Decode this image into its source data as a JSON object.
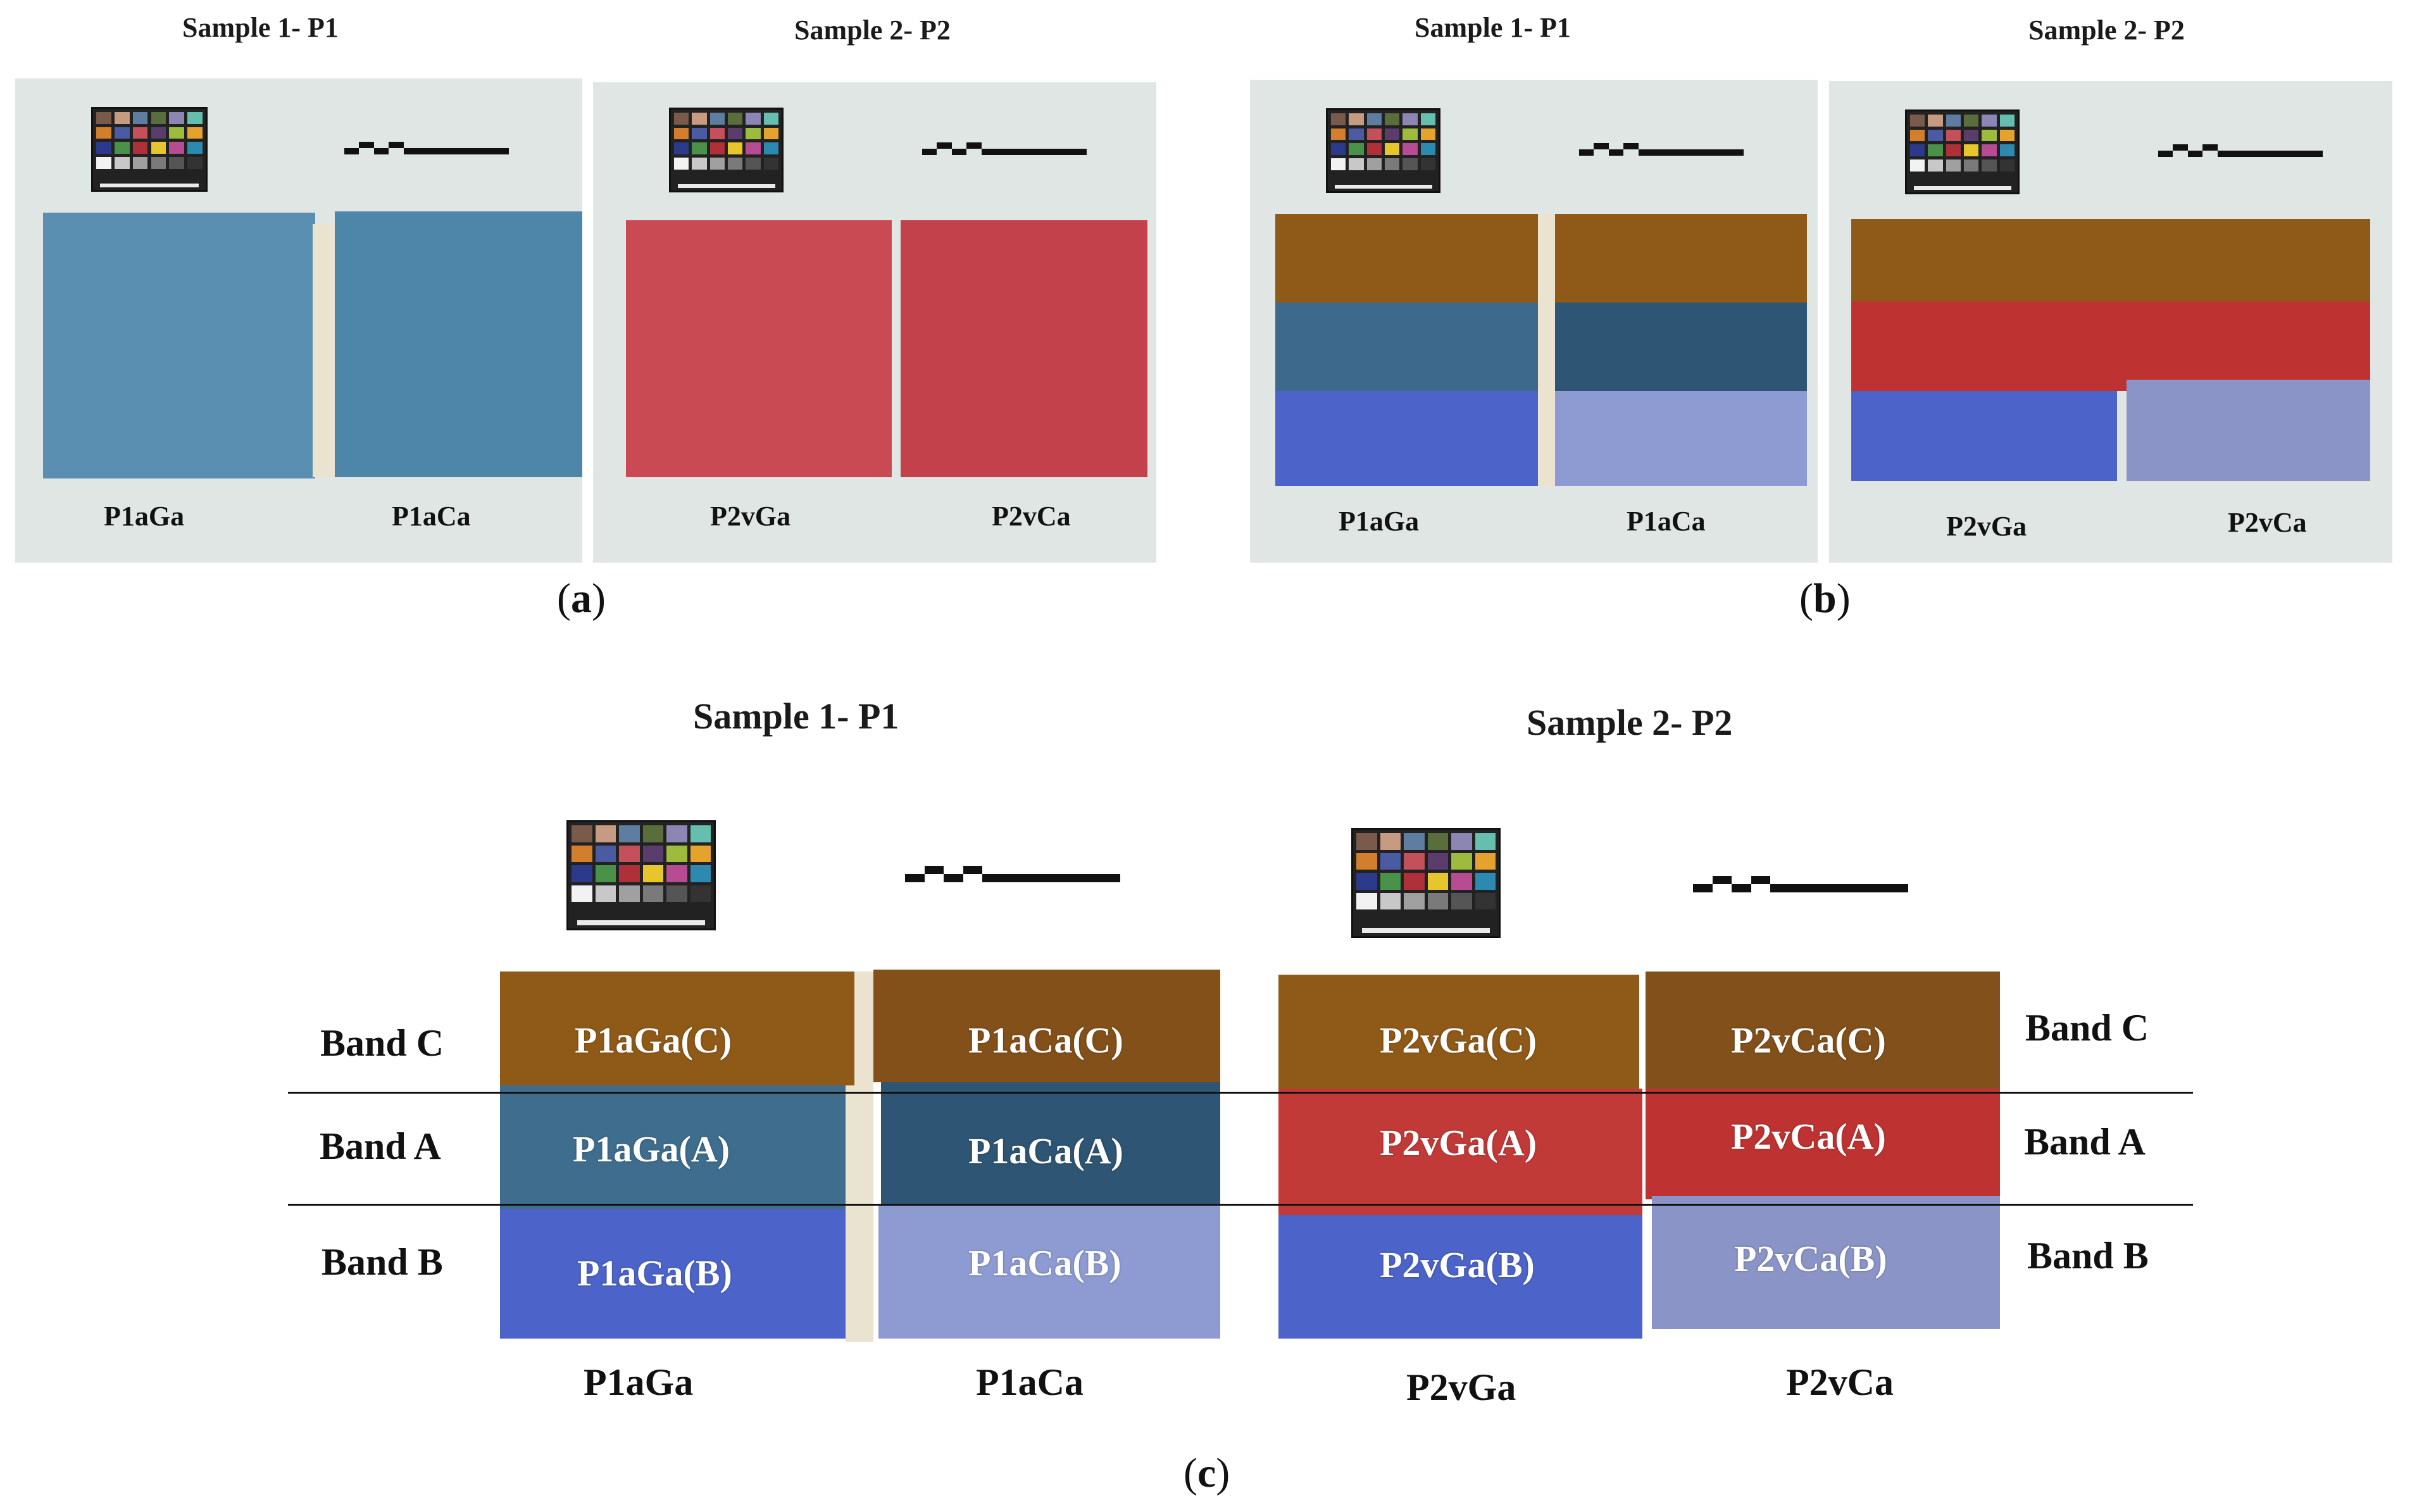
{
  "panel_a": {
    "caption_letter": "a",
    "left_photo": {
      "title": "Sample 1- P1",
      "label_left": "P1aGa",
      "label_right": "P1aCa"
    },
    "right_photo": {
      "title": "Sample 2- P2",
      "label_left": "P2vGa",
      "label_right": "P2vCa"
    }
  },
  "panel_b": {
    "caption_letter": "b",
    "left_photo": {
      "title": "Sample 1- P1",
      "label_left": "P1aGa",
      "label_right": "P1aCa"
    },
    "right_photo": {
      "title": "Sample 2- P2",
      "label_left": "P2vGa",
      "label_right": "P2vCa"
    }
  },
  "panel_c": {
    "caption_letter": "c",
    "left_title": "Sample 1- P1",
    "right_title": "Sample 2- P2",
    "band_labels_left": {
      "c": "Band C",
      "a": "Band A",
      "b": "Band B"
    },
    "band_labels_right": {
      "c": "Band C",
      "a": "Band A",
      "b": "Band B"
    },
    "tiles": {
      "p1aga_c": "P1aGa(C)",
      "p1aca_c": "P1aCa(C)",
      "p2vga_c": "P2vGa(C)",
      "p2vca_c": "P2vCa(C)",
      "p1aga_a": "P1aGa(A)",
      "p1aca_a": "P1aCa(A)",
      "p2vga_a": "P2vGa(A)",
      "p2vca_a": "P2vCa(A)",
      "p1aga_b": "P1aGa(B)",
      "p1aca_b": "P1aCa(B)",
      "p2vga_b": "P2vGa(B)",
      "p2vca_b": "P2vCa(B)"
    },
    "bottom_labels": [
      "P1aGa",
      "P1aCa",
      "P2vGa",
      "P2vCa"
    ]
  },
  "colors": {
    "photo_bg": "#dfe6e4",
    "blue_sample": "#4e86a9",
    "red_sample": "#c2414a",
    "brown_band": "#8f5a18",
    "dark_blue_band": "#2e5573",
    "periwinkle_band": "#4c64c9",
    "red_band": "#be3331",
    "gap_cream": "#e9e3cf"
  },
  "color_checker": [
    "#7a5a4a",
    "#c79a82",
    "#5f7da0",
    "#5a6d3d",
    "#8c86b5",
    "#66bfae",
    "#d37e2c",
    "#4a5aa3",
    "#c4505c",
    "#5a3d6c",
    "#9dbc3d",
    "#e5a22c",
    "#2c3a8c",
    "#4a924a",
    "#b0303a",
    "#e6c62c",
    "#b84c93",
    "#2c8ab0",
    "#f2f2f2",
    "#c8c8c8",
    "#a0a0a0",
    "#7a7a7a",
    "#555555",
    "#333333"
  ]
}
